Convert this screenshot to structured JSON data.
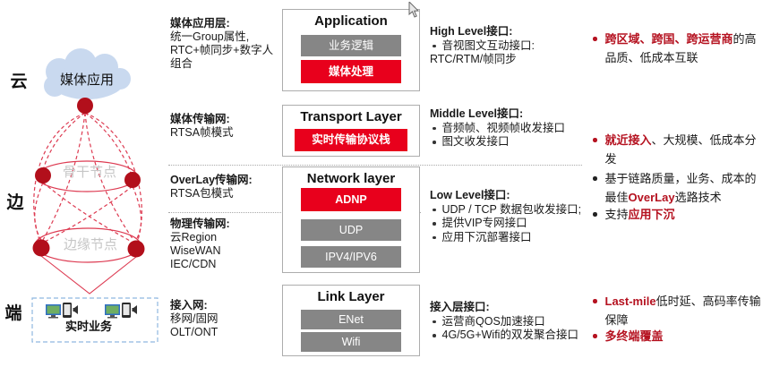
{
  "diagram": {
    "tiers": {
      "cloud": "云",
      "edge": "边",
      "terminal": "端"
    },
    "cloud_label": "媒体应用",
    "backbone_label": "骨干节点",
    "edge_nodes_label": "边缘节点",
    "realtime_label": "实时业务"
  },
  "annotations": [
    {
      "title": "媒体应用层:",
      "lines": [
        "统一Group属性,",
        "RTC+帧同步+数字人",
        "组合"
      ]
    },
    {
      "title": "媒体传输网:",
      "lines": [
        "RTSA帧模式"
      ]
    },
    {
      "title": "OverLay传输网:",
      "lines": [
        "RTSA包模式"
      ]
    },
    {
      "title": "物理传输网:",
      "lines": [
        "云Region",
        "WiseWAN",
        "IEC/CDN"
      ]
    },
    {
      "title": "接入网:",
      "lines": [
        "移网/固网",
        "OLT/ONT"
      ]
    }
  ],
  "layers": [
    {
      "title": "Application",
      "chips": [
        {
          "label": "业务逻辑",
          "style": "gray"
        },
        {
          "label": "媒体处理",
          "style": "red"
        }
      ]
    },
    {
      "title": "Transport Layer",
      "chips": [
        {
          "label": "实时传输协议栈",
          "style": "red"
        }
      ]
    },
    {
      "title": "Network layer",
      "chips": [
        {
          "label": "ADNP",
          "style": "red"
        },
        {
          "label": "UDP",
          "style": "gray"
        },
        {
          "label": "IPV4/IPV6",
          "style": "gray"
        }
      ]
    },
    {
      "title": "Link Layer",
      "chips": [
        {
          "label": "ENet",
          "style": "gray"
        },
        {
          "label": "Wifi",
          "style": "gray"
        }
      ]
    }
  ],
  "interfaces": [
    {
      "title": "High Level接口:",
      "items": [
        "音视图文互动接口:"
      ],
      "continuation": "RTC/RTM/帧同步"
    },
    {
      "title": "Middle Level接口:",
      "items": [
        "音频帧、视频帧收发接口",
        "图文收发接口"
      ]
    },
    {
      "title": "Low Level接口:",
      "items": [
        "UDP / TCP 数据包收发接口;",
        "提供VIP专网接口",
        "应用下沉部署接口"
      ]
    },
    {
      "title": "接入层接口:",
      "items": [
        "运营商QOS加速接口",
        "4G/5G+Wifi的双发聚合接口"
      ]
    }
  ],
  "highlights": [
    {
      "pre": "",
      "em": "跨区域、跨国、跨运营商",
      "post": "的高品质、低成本互联"
    },
    {
      "pre": "",
      "em": "就近接入",
      "post": "、大规模、低成本分发"
    },
    {
      "pre": "基于链路质量，业务、成本的最佳",
      "em": "OverLay",
      "post": "选路技术"
    },
    {
      "pre": "支持",
      "em": "应用下沉",
      "post": ""
    },
    {
      "pre": "",
      "em": "Last-mile",
      "post": "低时延、高码率传输保障"
    },
    {
      "pre": "",
      "em": "多终端覆盖",
      "post": ""
    }
  ],
  "colors": {
    "accent_red": "#e8001c",
    "text_red": "#b51220",
    "chip_gray": "#868686",
    "cloud_blue": "#c9d9ef",
    "node_red": "#b20f1b",
    "line_red": "#dd3b52"
  }
}
